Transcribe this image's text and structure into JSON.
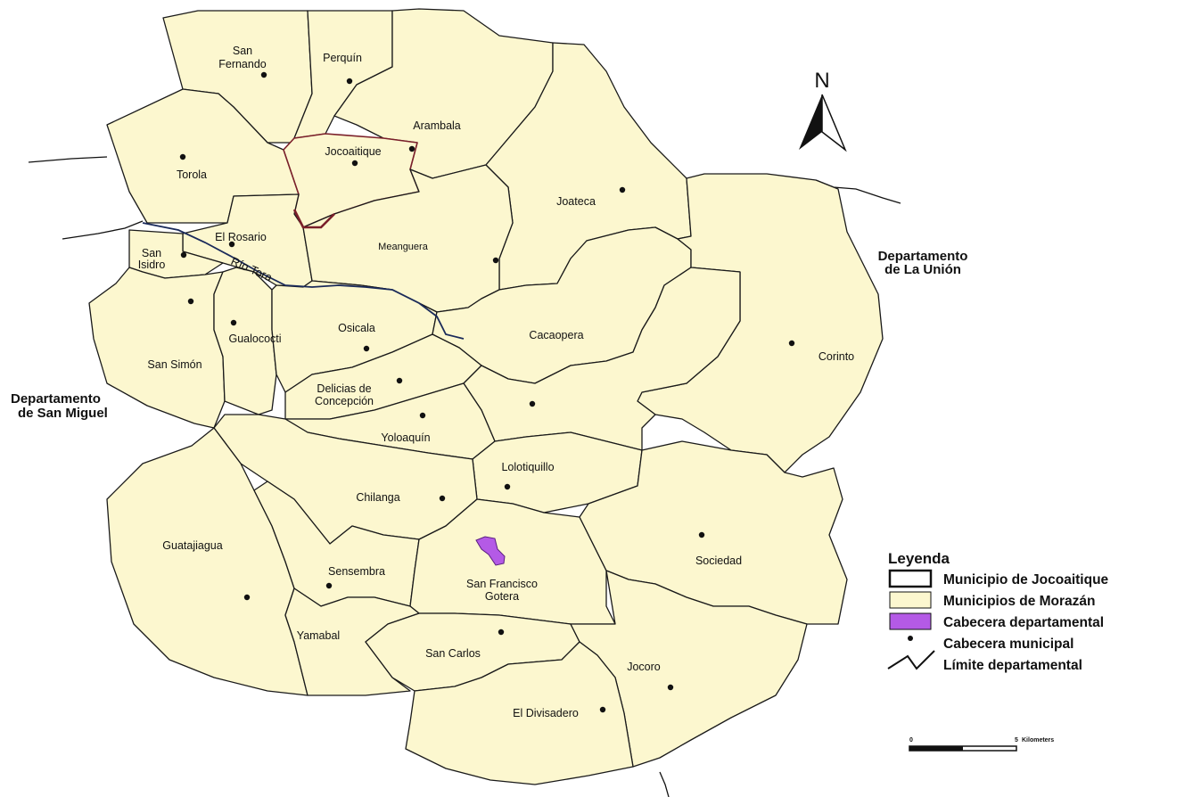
{
  "north_label": "N",
  "river_label": "Río Tora",
  "departments": {
    "left": [
      "Departamento",
      "de San Miguel"
    ],
    "right": [
      "Departamento",
      "de La Unión"
    ]
  },
  "municipalities": [
    {
      "id": "san-fernando",
      "lines": [
        "San",
        "Fernando"
      ]
    },
    {
      "id": "perquin",
      "lines": [
        "Perquín"
      ]
    },
    {
      "id": "arambala",
      "lines": [
        "Arambala"
      ]
    },
    {
      "id": "torola",
      "lines": [
        "Torola"
      ]
    },
    {
      "id": "jocoaitique",
      "lines": [
        "Jocoaitique"
      ]
    },
    {
      "id": "joateca",
      "lines": [
        "Joateca"
      ]
    },
    {
      "id": "el-rosario",
      "lines": [
        "El Rosario"
      ]
    },
    {
      "id": "meanguera",
      "lines": [
        "Meanguera"
      ]
    },
    {
      "id": "san-isidro",
      "lines": [
        "San",
        "Isidro"
      ]
    },
    {
      "id": "gualococti",
      "lines": [
        "Gualococti"
      ]
    },
    {
      "id": "osicala",
      "lines": [
        "Osicala"
      ]
    },
    {
      "id": "cacaopera",
      "lines": [
        "Cacaopera"
      ]
    },
    {
      "id": "corinto",
      "lines": [
        "Corinto"
      ]
    },
    {
      "id": "san-simon",
      "lines": [
        "San Simón"
      ]
    },
    {
      "id": "delicias",
      "lines": [
        "Delicias de",
        "Concepción"
      ]
    },
    {
      "id": "yoloaiquin",
      "lines": [
        "Yoloaquín"
      ]
    },
    {
      "id": "lolotiquillo",
      "lines": [
        "Lolotiquillo"
      ]
    },
    {
      "id": "chilanga",
      "lines": [
        "Chilanga"
      ]
    },
    {
      "id": "guatajiagua",
      "lines": [
        "Guatajiagua"
      ]
    },
    {
      "id": "sensembra",
      "lines": [
        "Sensembra"
      ]
    },
    {
      "id": "san-francisco-gotera",
      "lines": [
        "San Francisco",
        "Gotera"
      ]
    },
    {
      "id": "sociedad",
      "lines": [
        "Sociedad"
      ]
    },
    {
      "id": "yamabal",
      "lines": [
        "Yamabal"
      ]
    },
    {
      "id": "san-carlos",
      "lines": [
        "San Carlos"
      ]
    },
    {
      "id": "jocoro",
      "lines": [
        "Jocoro"
      ]
    },
    {
      "id": "el-divisadero",
      "lines": [
        "El Divisadero"
      ]
    }
  ],
  "legend": {
    "title": "Leyenda",
    "items": [
      {
        "label": "Municipio de Jocoaitique",
        "symbol": "outline-box"
      },
      {
        "label": "Municipios de Morazán",
        "symbol": "filled-box",
        "color": "#fcf7cf"
      },
      {
        "label": "Cabecera departamental",
        "symbol": "filled-box",
        "color": "#b45ae6"
      },
      {
        "label": "Cabecera municipal",
        "symbol": "dot"
      },
      {
        "label": "Límite departamental",
        "symbol": "line"
      }
    ]
  },
  "scale_bar": {
    "start": "0",
    "end": "5",
    "unit": "Kilometers"
  },
  "colors": {
    "municipality_fill": "#fcf7cf",
    "department_capital": "#b45ae6",
    "jocoaitique_border": "#7a1f2a",
    "border": "#111111"
  }
}
